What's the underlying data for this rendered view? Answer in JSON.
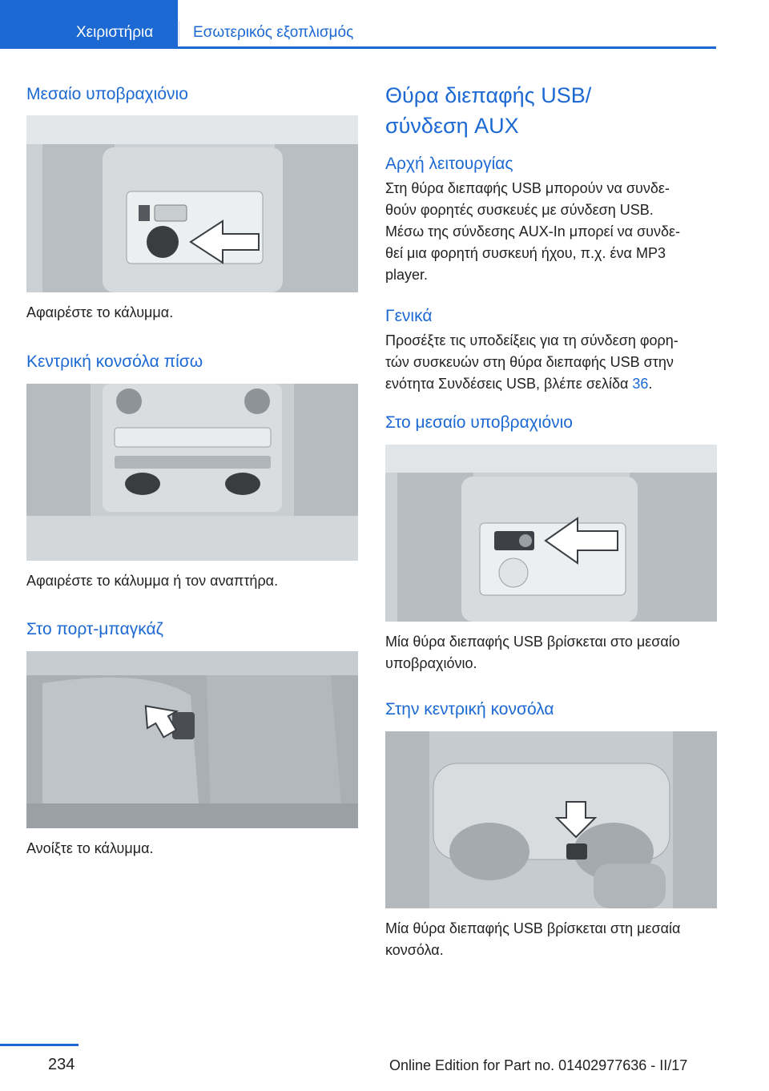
{
  "header": {
    "tab_active": "Χειριστήρια",
    "tab_section": "Εσωτερικός εξοπλισμός"
  },
  "left": {
    "s1": {
      "heading": "Μεσαίο υποβραχιόνιο",
      "caption": "Αφαιρέστε το κάλυμμα."
    },
    "s2": {
      "heading": "Κεντρική κονσόλα πίσω",
      "caption": "Αφαιρέστε το κάλυμμα ή τον αναπτήρα."
    },
    "s3": {
      "heading": "Στο πορτ-μπαγκάζ",
      "caption": "Ανοίξτε το κάλυμμα."
    }
  },
  "right": {
    "title_line1": "Θύρα διεπαφής USB/",
    "title_line2": "σύνδεση AUX",
    "principle": {
      "heading": "Αρχή λειτουργίας",
      "p1_l1": "Στη θύρα διεπαφής USB μπορούν να συνδε‐",
      "p1_l2": "θούν φορητές συσκευές με σύνδεση USB.",
      "p2_l1": "Μέσω της σύνδεσης AUX-In μπορεί να συνδε‐",
      "p2_l2": "θεί μια φορητή συσκευή ήχου, π.χ. ένα MP3",
      "p2_l3": "player."
    },
    "general": {
      "heading": "Γενικά",
      "l1": "Προσέξτε τις υποδείξεις για τη σύνδεση φορη‐",
      "l2": "τών συσκευών στη θύρα διεπαφής USB στην",
      "l3_pre": "ενότητα Συνδέσεις USB, βλέπε σελίδα ",
      "l3_link": "36",
      "l3_post": "."
    },
    "armrest": {
      "heading": "Στο μεσαίο υποβραχιόνιο",
      "c1": "Μία θύρα διεπαφής USB βρίσκεται στο μεσαίο",
      "c2": "υποβραχιόνιο."
    },
    "console": {
      "heading": "Στην κεντρική κονσόλα",
      "c1": "Μία θύρα διεπαφής USB βρίσκεται στη μεσαία",
      "c2": "κονσόλα."
    }
  },
  "footer": {
    "page": "234",
    "edition": "Online Edition for Part no. 01402977636 - II/17"
  },
  "colors": {
    "accent": "#1c69d4",
    "text": "#222222"
  }
}
